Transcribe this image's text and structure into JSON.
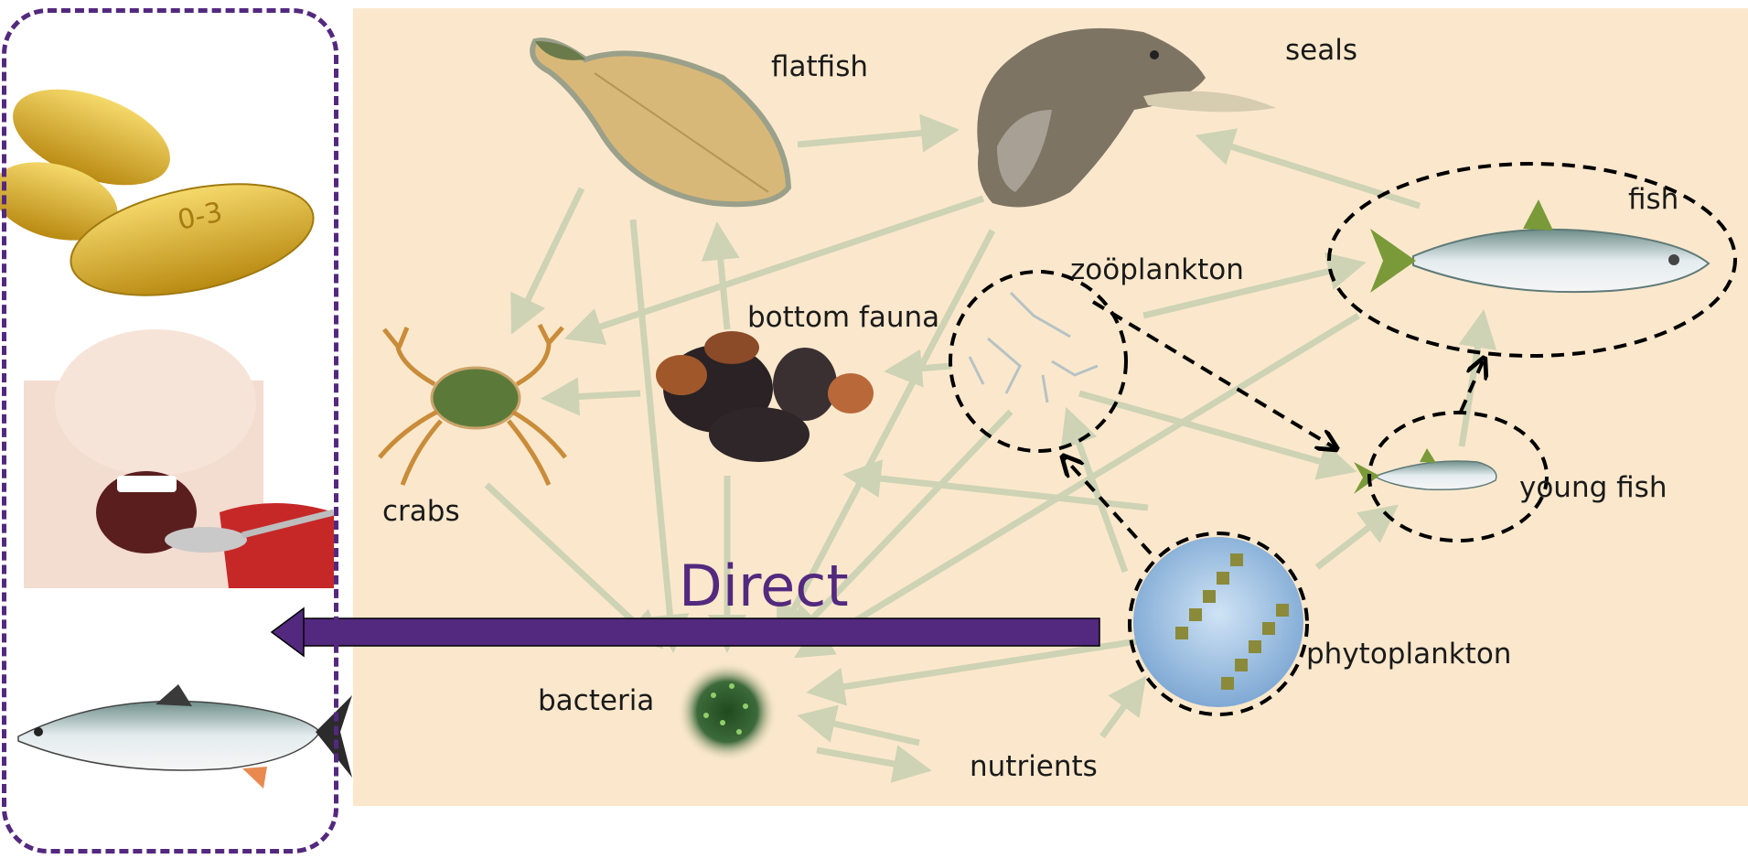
{
  "diagram": {
    "nodes": {
      "flatfish": "flatfish",
      "seals": "seals",
      "fish": "fish",
      "zooplankton": "zoöplankton",
      "bottom_fauna": "bottom fauna",
      "crabs": "crabs",
      "young_fish": "young fish",
      "phytoplankton": "phytoplankton",
      "bacteria": "bacteria",
      "nutrients": "nutrients"
    },
    "direct_label": "Direct",
    "capsule_text": "0-3"
  },
  "colors": {
    "background_panel": "#fbe8cc",
    "arrow": "#cdd3b4",
    "accent_purple": "#53297f",
    "dashed_outline": "#000000"
  },
  "icons": [
    "omega3-capsules-icon",
    "child-eating-spoon-icon",
    "salmon-icon",
    "flatfish-icon",
    "seal-icon",
    "sardine-icon",
    "crab-icon",
    "mussels-icon",
    "zooplankton-icon",
    "young-fish-icon",
    "phytoplankton-icon",
    "bacteria-icon"
  ]
}
